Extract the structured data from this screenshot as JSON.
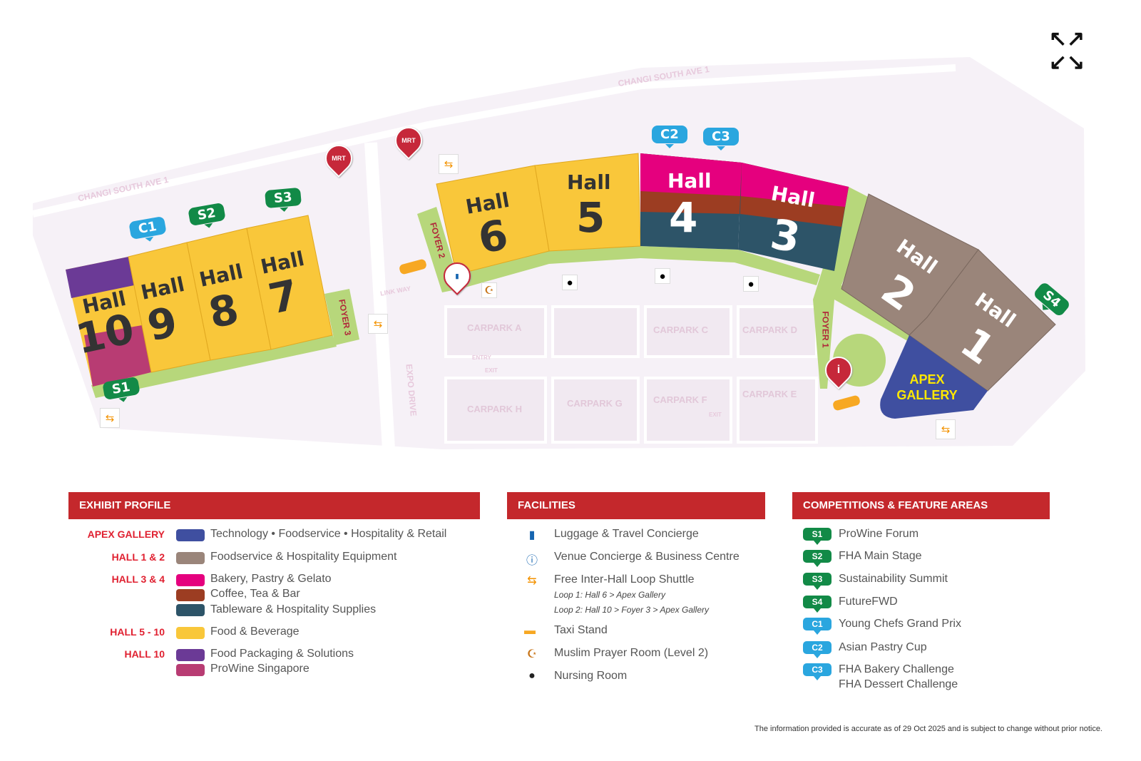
{
  "map": {
    "roads": [
      "CHANGI SOUTH AVE 1",
      "CHANGI SOUTH AVE 1",
      "EXPO DRIVE",
      "LINK WAY",
      "ENTRY",
      "EXIT",
      "EXIT"
    ],
    "halls": {
      "h10": {
        "w": "Hall",
        "n": "10"
      },
      "h9": {
        "w": "Hall",
        "n": "9"
      },
      "h8": {
        "w": "Hall",
        "n": "8"
      },
      "h7": {
        "w": "Hall",
        "n": "7"
      },
      "h6": {
        "w": "Hall",
        "n": "6"
      },
      "h5": {
        "w": "Hall",
        "n": "5"
      },
      "h4": {
        "w": "Hall",
        "n": "4"
      },
      "h3": {
        "w": "Hall",
        "n": "3"
      },
      "h2": {
        "w": "Hall",
        "n": "2"
      },
      "h1": {
        "w": "Hall",
        "n": "1"
      }
    },
    "apex": [
      "APEX",
      "GALLERY"
    ],
    "foyers": [
      "FOYER 1",
      "FOYER 2",
      "FOYER 3"
    ],
    "carparks": [
      "CARPARK A",
      "CARPARK C",
      "CARPARK D",
      "CARPARK H",
      "CARPARK G",
      "CARPARK F",
      "CARPARK E"
    ],
    "tags": {
      "s1": "S1",
      "s2": "S2",
      "s3": "S3",
      "s4": "S4",
      "c1": "C1",
      "c2": "C2",
      "c3": "C3"
    },
    "mrt": "MRT",
    "colors": {
      "food": "#f9c73a",
      "bakery": "#e5007e",
      "coffee": "#9c3d22",
      "tableware": "#2d5468",
      "equipment": "#9a857a",
      "apex": "#3f4fa0",
      "packaging": "#6b3a96",
      "prowine": "#b83c73",
      "walkway": "#b7d77b"
    }
  },
  "legend": {
    "exhibit": {
      "title": "EXHIBIT PROFILE",
      "rows": [
        {
          "label": "APEX GALLERY",
          "items": [
            "Technology • Foodservice • Hospitality & Retail"
          ]
        },
        {
          "label": "HALL 1 & 2",
          "items": [
            "Foodservice & Hospitality Equipment"
          ]
        },
        {
          "label": "HALL 3 & 4",
          "items": [
            "Bakery, Pastry & Gelato",
            "Coffee, Tea & Bar",
            "Tableware & Hospitality Supplies"
          ]
        },
        {
          "label": "HALL 5 - 10",
          "items": [
            "Food & Beverage"
          ]
        },
        {
          "label": "HALL 10",
          "items": [
            "Food Packaging & Solutions",
            "ProWine Singapore"
          ]
        }
      ]
    },
    "facilities": {
      "title": "FACILITIES",
      "items": [
        "Luggage & Travel Concierge",
        "Venue Concierge & Business Centre",
        "Free Inter-Hall Loop Shuttle",
        "Taxi Stand",
        "Muslim Prayer Room (Level 2)",
        "Nursing Room"
      ],
      "loops": [
        "Loop 1: Hall 6 > Apex Gallery",
        "Loop 2: Hall 10 > Foyer 3 > Apex Gallery"
      ]
    },
    "competitions": {
      "title": "COMPETITIONS & FEATURE AREAS",
      "items": [
        {
          "tag": "S1",
          "name": "ProWine Forum"
        },
        {
          "tag": "S2",
          "name": "FHA Main Stage"
        },
        {
          "tag": "S3",
          "name": "Sustainability Summit"
        },
        {
          "tag": "S4",
          "name": "FutureFWD"
        },
        {
          "tag": "C1",
          "name": "Young Chefs Grand Prix"
        },
        {
          "tag": "C2",
          "name": "Asian Pastry Cup"
        },
        {
          "tag": "C3",
          "name": "FHA Bakery Challenge",
          "name2": "FHA Dessert Challenge"
        }
      ]
    }
  },
  "footnote": "The information provided is accurate as of 29 Oct 2025 and is subject to change without prior notice."
}
